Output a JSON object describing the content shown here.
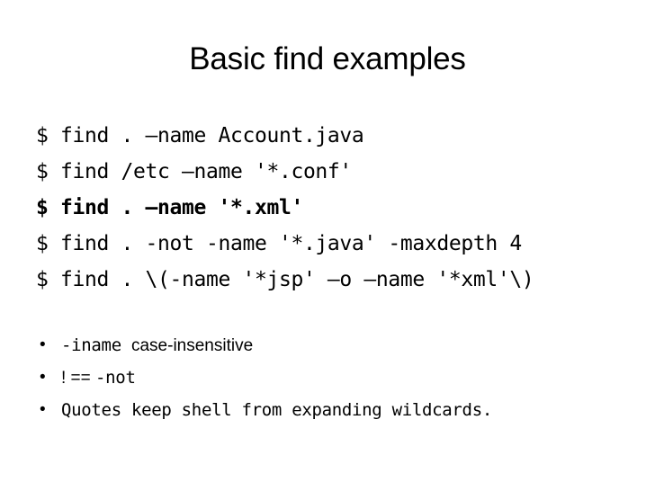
{
  "slide": {
    "title": "Basic find examples",
    "background_color": "#ffffff",
    "text_color": "#000000"
  },
  "code_examples": [
    {
      "text": "$ find . –name Account.java",
      "bold": false
    },
    {
      "text": "$ find /etc –name '*.conf'",
      "bold": false
    },
    {
      "text": "$ find . –name '*.xml'",
      "bold": true
    },
    {
      "text": "$ find . -not -name '*.java' -maxdepth 4",
      "bold": false
    },
    {
      "text": "$ find . \\(-name '*jsp' –o –name '*xml'\\)",
      "bold": false
    }
  ],
  "notes": {
    "marker": "•",
    "items": [
      {
        "mono_prefix": "-iname ",
        "sans_suffix": "case-insensitive",
        "mono_suffix": ""
      },
      {
        "sans_prefix": "! == ",
        "mono_suffix": "-not"
      },
      {
        "mono_only": "Quotes keep shell from expanding wildcards."
      }
    ]
  }
}
